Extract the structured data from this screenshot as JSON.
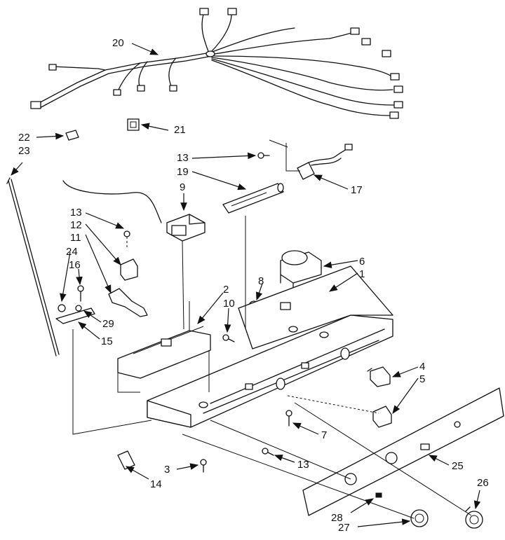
{
  "callouts": {
    "c20": "20",
    "c21": "21",
    "c22": "22",
    "c23": "23",
    "c13a": "13",
    "c19": "19",
    "c17": "17",
    "c9": "9",
    "c13b": "13",
    "c12": "12",
    "c11": "11",
    "c24": "24",
    "c16": "16",
    "c29": "29",
    "c15": "15",
    "c2": "2",
    "c10": "10",
    "c8": "8",
    "c6": "6",
    "c1": "1",
    "c4": "4",
    "c5": "5",
    "c7": "7",
    "c13c": "13",
    "c3": "3",
    "c14": "14",
    "c25": "25",
    "c26": "26",
    "c28": "28",
    "c27": "27"
  },
  "icons": [
    "wire-harness-icon",
    "thermostat-icon",
    "control-housing-icon",
    "control-panel-icon",
    "knob-icon",
    "screw-icon"
  ]
}
